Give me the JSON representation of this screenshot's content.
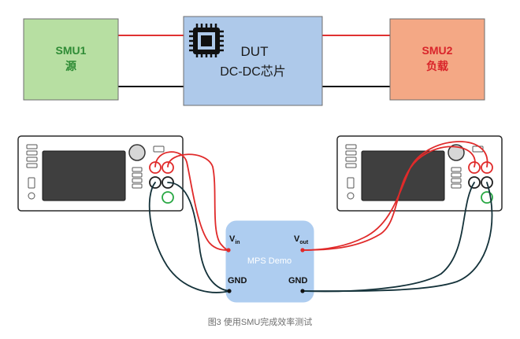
{
  "top_diagram": {
    "smu1": {
      "line1": "SMU1",
      "line2": "源",
      "fill": "#b7dfa2",
      "text_color": "#2e8b35"
    },
    "dut": {
      "line1": "DUT",
      "line2": "DC-DC芯片",
      "fill": "#aec9ea",
      "text_color": "#1a1a1a"
    },
    "smu2": {
      "line1": "SMU2",
      "line2": "负载",
      "fill": "#f4a885",
      "text_color": "#d9242a"
    },
    "wire_colors": {
      "positive": "#e03131",
      "ground": "#111111"
    }
  },
  "demo_board": {
    "title": "MPS Demo",
    "vin_label": "V",
    "vin_sub": "in",
    "vout_label": "V",
    "vout_sub": "out",
    "gnd_left": "GND",
    "gnd_right": "GND",
    "fill": "#aecdf0"
  },
  "wire_colors": {
    "red": "#e02a2a",
    "dark": "#14323a"
  },
  "caption": "图3 使用SMU完成效率测试"
}
